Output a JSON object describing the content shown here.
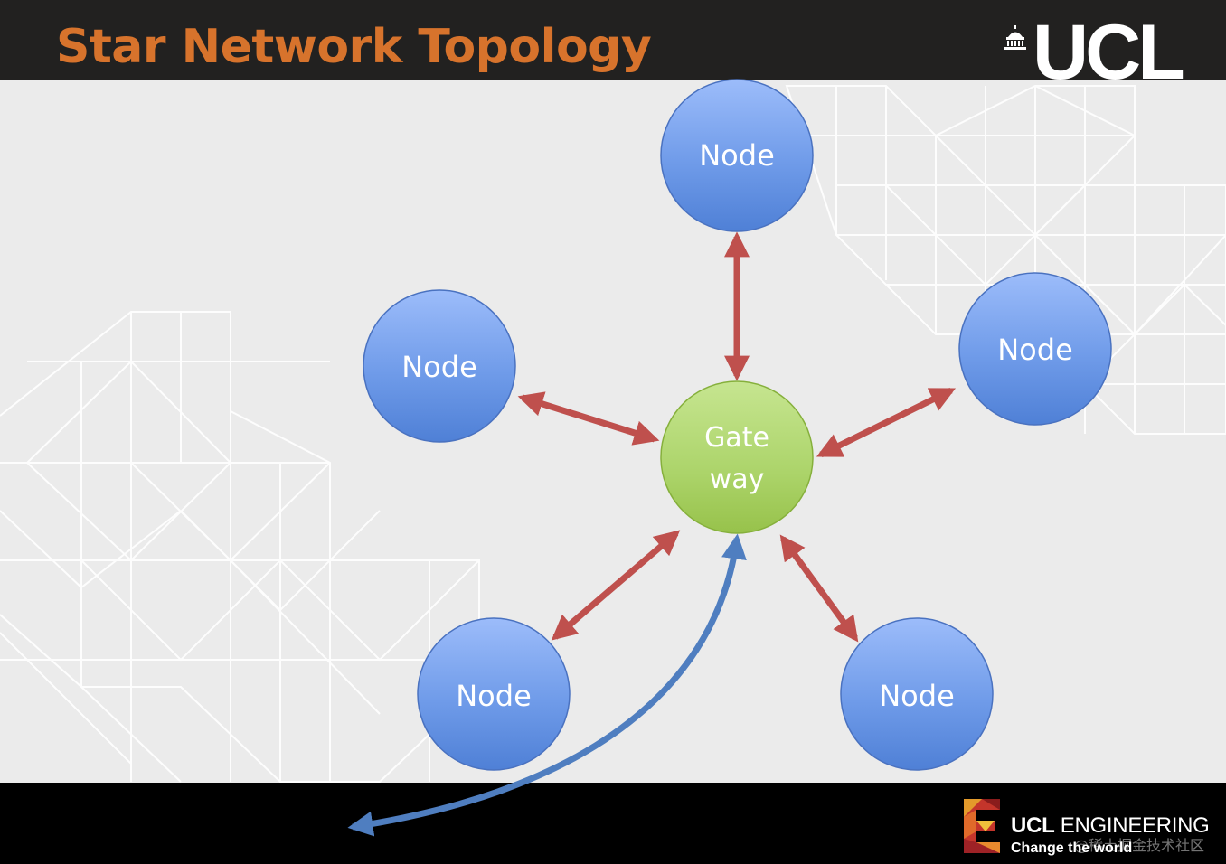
{
  "slide": {
    "title": "Star Network Topology",
    "logo_text": "UCL",
    "footer": {
      "brand_bold": "UCL",
      "brand_rest": " ENGINEERING",
      "tagline": "Change the world",
      "watermark": "@稀土掘金技术社区"
    }
  },
  "diagram": {
    "hub": {
      "label_line1": "Gate",
      "label_line2": "way"
    },
    "nodes": [
      {
        "id": "top",
        "label": "Node"
      },
      {
        "id": "left",
        "label": "Node"
      },
      {
        "id": "right",
        "label": "Node"
      },
      {
        "id": "bottom-left",
        "label": "Node"
      },
      {
        "id": "bottom-right",
        "label": "Node"
      }
    ]
  },
  "colors": {
    "title": "#d7732c",
    "node_fill_top": "#9cbcfa",
    "node_fill_bottom": "#4f80d6",
    "hub_fill_top": "#c6e590",
    "hub_fill_bottom": "#97c24b",
    "link_arrow": "#bf504d",
    "external_arrow": "#4f7ec0"
  }
}
